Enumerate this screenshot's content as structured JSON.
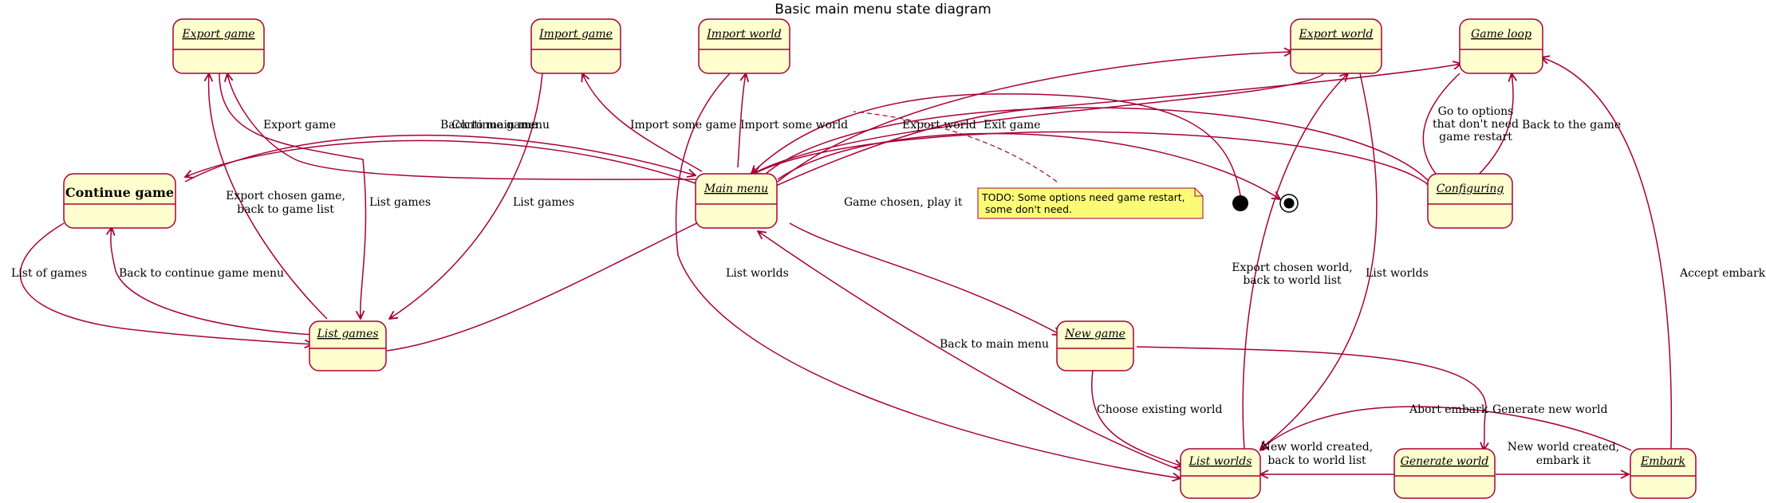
{
  "diagram": {
    "title": "Basic main menu state diagram",
    "states": {
      "export_game": "Export game",
      "import_game": "Import game",
      "import_world": "Import world",
      "export_world": "Export world",
      "game_loop": "Game loop",
      "continue_game": "Continue game",
      "main_menu": "Main menu",
      "configuring": "Configuring",
      "list_games": "List games",
      "new_game": "New game",
      "list_worlds": "List worlds",
      "generate_world": "Generate world",
      "embark": "Embark"
    },
    "edge_labels": {
      "export_game": "Export game",
      "back_to_main_menu_overlap": "Back to main menu",
      "continue_game_overlap": "Continue game",
      "import_some_game": "Import some game",
      "import_some_world": "Import some world",
      "export_world": "Export world",
      "exit_game": "Exit game",
      "go_to_options_1": "Go to options",
      "go_to_options_2": "that don't need",
      "go_to_options_3": "game restart",
      "back_to_the_game": "Back to the game",
      "export_chosen_game_1": "Export chosen game,",
      "export_chosen_game_2": "back to game list",
      "list_games_left": "List games",
      "list_games_right": "List games",
      "game_chosen_play_it": "Game chosen, play it",
      "list_of_games": "List of games",
      "back_to_continue_game_menu": "Back to continue game menu",
      "list_worlds_left": "List worlds",
      "export_chosen_world_1": "Export chosen world,",
      "export_chosen_world_2": "back to world list",
      "list_worlds_right": "List worlds",
      "accept_embark": "Accept embark",
      "back_to_main_menu": "Back to main menu",
      "choose_existing_world": "Choose existing world",
      "abort_embark": "Abort embark",
      "generate_new_world": "Generate new world",
      "new_world_created_1": "New world created,",
      "new_world_created_2": "back to world list",
      "new_world_embark_1": "New world created,",
      "new_world_embark_2": "embark it"
    },
    "note": {
      "line1": "TODO: Some options need game restart,",
      "line2": " some don't need."
    }
  }
}
